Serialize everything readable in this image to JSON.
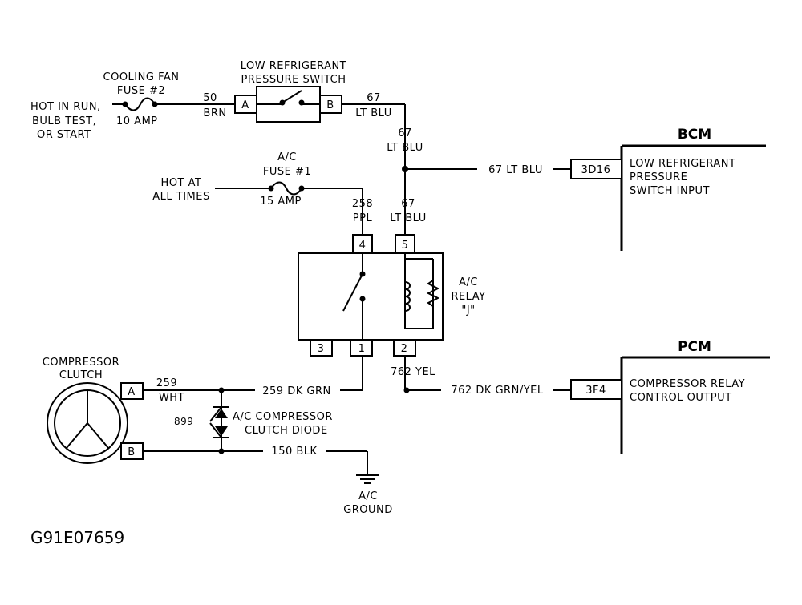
{
  "labels": {
    "cooling_fan_fuse": [
      "COOLING FAN",
      "FUSE #2"
    ],
    "hot_in_run": [
      "HOT IN RUN,",
      "BULB TEST,",
      "OR START"
    ],
    "ten_amp": "10 AMP",
    "wire_50": [
      "50",
      "BRN"
    ],
    "lrps": [
      "LOW REFRIGERANT",
      "PRESSURE SWITCH"
    ],
    "lrps_pin_a": "A",
    "lrps_pin_b": "B",
    "wire_67_top": [
      "67",
      "LT BLU"
    ],
    "wire_67_mid": [
      "67",
      "LT BLU"
    ],
    "wire_67_bcm": "67 LT BLU",
    "ac_fuse": [
      "A/C",
      "FUSE #1"
    ],
    "hot_at_all_times": [
      "HOT AT",
      "ALL TIMES"
    ],
    "fifteen_amp": "15 AMP",
    "wire_258": [
      "258",
      "PPL"
    ],
    "wire_67_relay": [
      "67",
      "LT BLU"
    ],
    "relay_pins": [
      "4",
      "5",
      "3",
      "1",
      "2"
    ],
    "ac_relay": [
      "A/C",
      "RELAY",
      "\"J\""
    ],
    "bcm_title": "BCM",
    "bcm_pin": "3D16",
    "bcm_desc": [
      "LOW REFRIGERANT",
      "PRESSURE",
      "SWITCH INPUT"
    ],
    "pcm_title": "PCM",
    "pcm_pin": "3F4",
    "pcm_desc": [
      "COMPRESSOR  RELAY",
      "CONTROL OUTPUT"
    ],
    "compressor_clutch": [
      "COMPRESSOR",
      "CLUTCH"
    ],
    "clutch_pin_a": "A",
    "clutch_pin_b": "B",
    "wire_259_wht": [
      "259",
      "WHT"
    ],
    "wire_259_grn": "259 DK GRN",
    "wire_762_yel": "762 YEL",
    "wire_762_grn": "762 DK GRN/YEL",
    "splice_899": "899",
    "diode": [
      "A/C COMPRESSOR",
      "CLUTCH DIODE"
    ],
    "wire_150": "150 BLK",
    "ac_ground": [
      "A/C",
      "GROUND"
    ],
    "figure_id": "G91E07659"
  }
}
